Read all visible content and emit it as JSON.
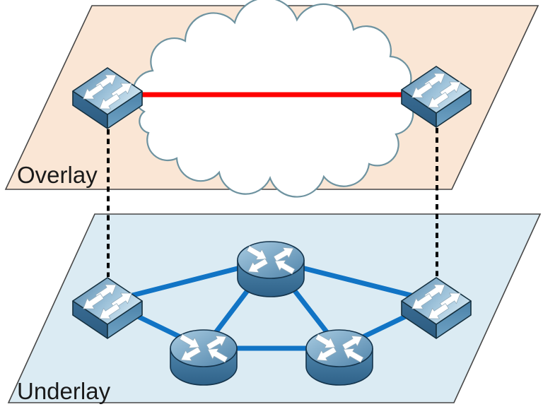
{
  "page": {
    "background_color": "#FFFFFF",
    "description": "Overlay vs Underlay network topology diagram"
  },
  "diagram": {
    "kind": "network-topology",
    "planes": [
      {
        "id": "overlay",
        "label": "Overlay",
        "fill_color": "#FAE6D5",
        "outline_color": "#474747"
      },
      {
        "id": "underlay",
        "label": "Underlay",
        "fill_color": "#DBEBF3",
        "outline_color": "#474747"
      }
    ],
    "cloud": {
      "id": "wan-cloud",
      "fill_color": "#FFFFFF",
      "outline_color": "#6E93A0"
    },
    "nodes": [
      {
        "id": "overlay-switch-left",
        "type": "switch",
        "plane": "overlay"
      },
      {
        "id": "overlay-switch-right",
        "type": "switch",
        "plane": "overlay"
      },
      {
        "id": "underlay-switch-left",
        "type": "switch",
        "plane": "underlay"
      },
      {
        "id": "underlay-switch-right",
        "type": "switch",
        "plane": "underlay"
      },
      {
        "id": "underlay-router-top",
        "type": "router",
        "plane": "underlay"
      },
      {
        "id": "underlay-router-bottom-left",
        "type": "router",
        "plane": "underlay"
      },
      {
        "id": "underlay-router-bottom-right",
        "type": "router",
        "plane": "underlay"
      }
    ],
    "links": [
      {
        "id": "overlay-tunnel",
        "from": "overlay-switch-left",
        "to": "overlay-switch-right",
        "style": "solid",
        "color": "#FF0000"
      },
      {
        "id": "ul-1",
        "from": "underlay-switch-left",
        "to": "underlay-router-top",
        "style": "solid",
        "color": "#1174C5"
      },
      {
        "id": "ul-2",
        "from": "underlay-switch-left",
        "to": "underlay-router-bottom-left",
        "style": "solid",
        "color": "#1174C5"
      },
      {
        "id": "ul-3",
        "from": "underlay-router-top",
        "to": "underlay-router-bottom-left",
        "style": "solid",
        "color": "#1174C5"
      },
      {
        "id": "ul-4",
        "from": "underlay-router-top",
        "to": "underlay-router-bottom-right",
        "style": "solid",
        "color": "#1174C5"
      },
      {
        "id": "ul-5",
        "from": "underlay-router-top",
        "to": "underlay-switch-right",
        "style": "solid",
        "color": "#1174C5"
      },
      {
        "id": "ul-6",
        "from": "underlay-router-bottom-left",
        "to": "underlay-router-bottom-right",
        "style": "solid",
        "color": "#1174C5"
      },
      {
        "id": "ul-7",
        "from": "underlay-router-bottom-right",
        "to": "underlay-switch-right",
        "style": "solid",
        "color": "#1174C5"
      },
      {
        "id": "map-left",
        "from": "overlay-switch-left",
        "to": "underlay-switch-left",
        "style": "dashed",
        "color": "#000000"
      },
      {
        "id": "map-right",
        "from": "overlay-switch-right",
        "to": "underlay-switch-right",
        "style": "dashed",
        "color": "#000000"
      }
    ],
    "icon_palette": {
      "device_blue_dark": "#2F6289",
      "device_blue_mid": "#4F86AC",
      "device_blue_light": "#DCEDF6",
      "arrow_color": "#FFFFFF"
    }
  }
}
